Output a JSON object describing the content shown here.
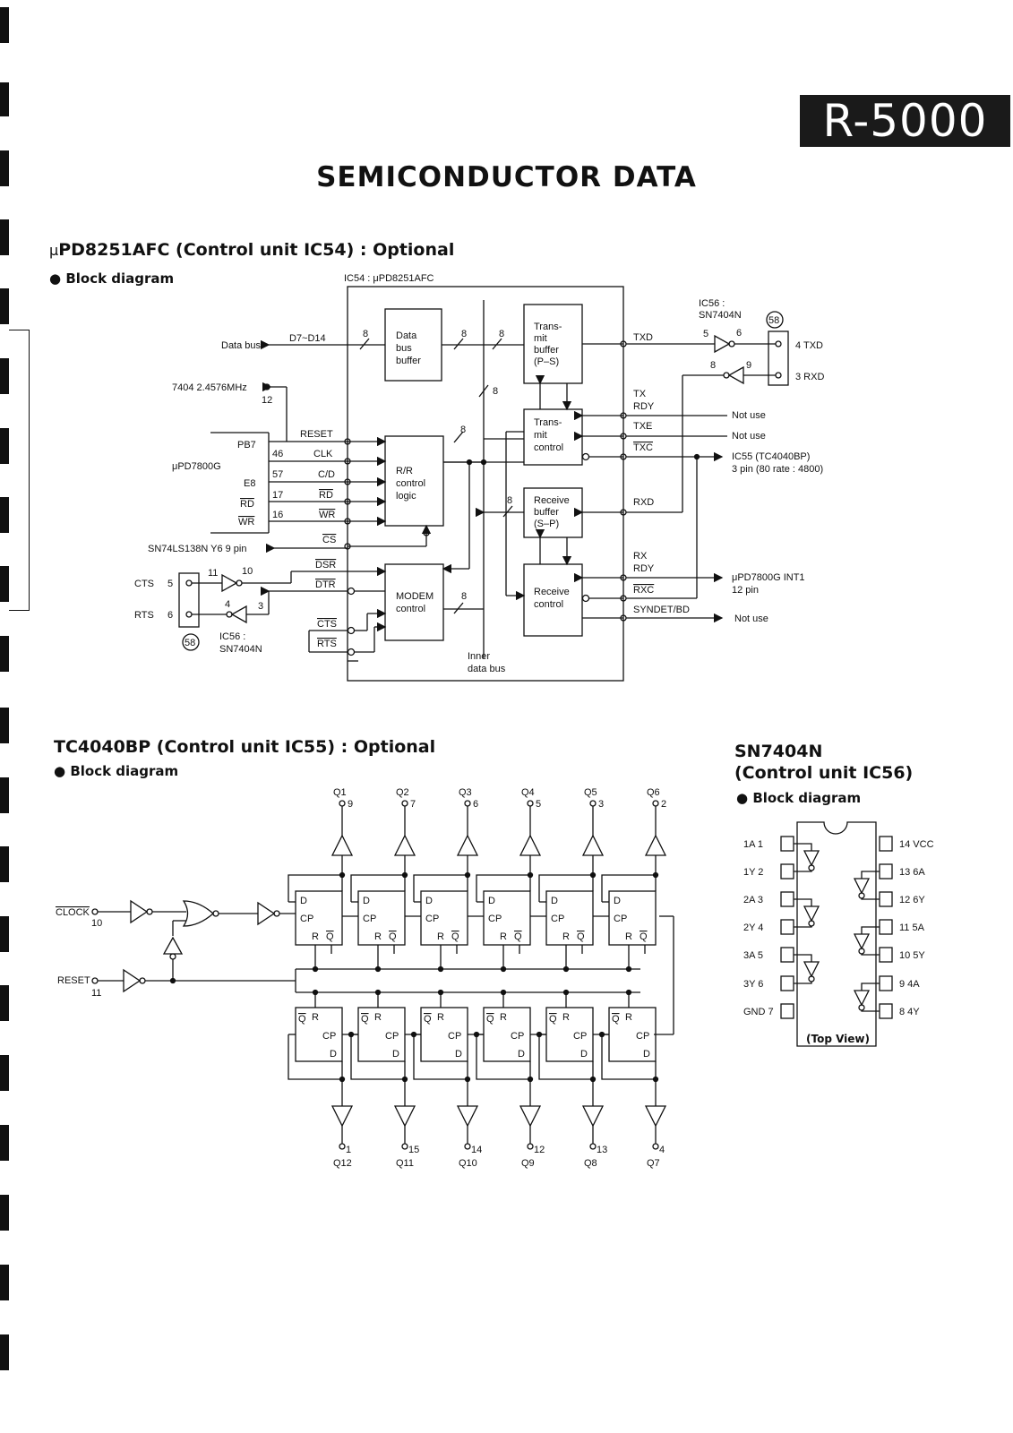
{
  "header": {
    "model_badge": "R-5000",
    "page_title": "SEMICONDUCTOR DATA"
  },
  "ic54": {
    "heading_prefix": "μ",
    "heading": "PD8251AFC (Control unit IC54) : Optional",
    "subheading": "Block diagram",
    "chip_label": "IC54 : μPD8251AFC",
    "blocks": {
      "data_bus_buffer": [
        "Data",
        "bus",
        "buffer"
      ],
      "transmit_buffer": [
        "Trans-",
        "mit",
        "buffer",
        "(P–S)"
      ],
      "transmit_control": [
        "Trans-",
        "mit",
        "control"
      ],
      "rr_control": [
        "R/R",
        "control",
        "logic"
      ],
      "receive_buffer": [
        "Receive",
        "buffer",
        "(S–P)"
      ],
      "modem_control": [
        "MODEM",
        "control"
      ],
      "receive_control": [
        "Receive",
        "control"
      ]
    },
    "left_labels": {
      "data_bus": "Data bus",
      "d7_d14": "D7~D14",
      "clock_src": "7404  2.4576MHz",
      "clock_pin": "12",
      "upd7800g": "μPD7800G",
      "pb7": "PB7",
      "e8": "E8",
      "rd": "RD",
      "wr": "WR",
      "sn74": "SN74LS138N  Y6  9 pin",
      "cts": "CTS",
      "rts": "RTS",
      "cts_pin": "5",
      "rts_pin": "6",
      "ic56_lower": "IC56 :",
      "sn7404_lower": "SN7404N"
    },
    "pin_numbers": [
      "46",
      "57",
      "17",
      "16",
      "11",
      "10",
      "4",
      "3"
    ],
    "signals_in": [
      "RESET",
      "CLK",
      "C/D",
      "RD",
      "WR",
      "CS",
      "DSR",
      "DTR",
      "CTS",
      "RTS"
    ],
    "signals_out": [
      "TXD",
      "TX",
      "RDY",
      "TXE",
      "TXC",
      "RXD",
      "RX",
      "RDY",
      "RXC",
      "SYNDET/BD"
    ],
    "bus_width": "8",
    "inner_bus": [
      "Inner",
      "data bus"
    ],
    "right_labels": {
      "ic56_top": "IC56 :",
      "sn7404_top": "SN7404N",
      "conn": "58",
      "txd_out": "4  TXD",
      "rxd_out": "3  RXD",
      "gate_pins_top": [
        "5",
        "6",
        "8",
        "9"
      ],
      "not_use_1": "Not use",
      "not_use_2": "Not use",
      "ic55": "IC55 (TC4040BP)",
      "ic55_note": "3  pin (80 rate : 4800)",
      "int1": "μPD7800G  INT1",
      "int1_pin": "12 pin",
      "not_use_3": "Not use"
    }
  },
  "ic55": {
    "heading": "TC4040BP (Control unit IC55) : Optional",
    "subheading": "Block diagram",
    "outputs_top": [
      {
        "name": "Q1",
        "pin": "9"
      },
      {
        "name": "Q2",
        "pin": "7"
      },
      {
        "name": "Q3",
        "pin": "6"
      },
      {
        "name": "Q4",
        "pin": "5"
      },
      {
        "name": "Q5",
        "pin": "3"
      },
      {
        "name": "Q6",
        "pin": "2"
      }
    ],
    "outputs_bottom": [
      {
        "name": "Q12",
        "pin": "1"
      },
      {
        "name": "Q11",
        "pin": "15"
      },
      {
        "name": "Q10",
        "pin": "14"
      },
      {
        "name": "Q9",
        "pin": "12"
      },
      {
        "name": "Q8",
        "pin": "13"
      },
      {
        "name": "Q7",
        "pin": "4"
      }
    ],
    "clock": "CLOCK",
    "clock_pin": "10",
    "reset": "RESET",
    "reset_pin": "11",
    "ff_labels": {
      "d": "D",
      "cp": "CP",
      "r": "R",
      "q": "Q"
    }
  },
  "ic56": {
    "heading": "SN7404N",
    "heading2": "(Control unit IC56)",
    "subheading": "Block diagram",
    "left_pins": [
      "1A  1",
      "1Y  2",
      "2A  3",
      "2Y  4",
      "3A  5",
      "3Y  6",
      "GND  7"
    ],
    "right_pins": [
      "14  VCC",
      "13  6A",
      "12  6Y",
      "11  5A",
      "10  5Y",
      "9  4A",
      "8  4Y"
    ],
    "caption": "(Top View)"
  }
}
